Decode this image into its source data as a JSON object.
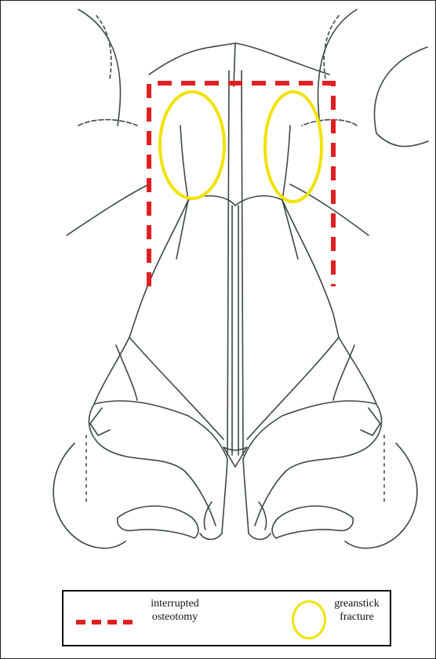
{
  "legend": {
    "osteotomy_line1": "interrupted",
    "osteotomy_line2": "osteotomy",
    "greenstick_line1": "greanstick",
    "greenstick_line2": "fracture"
  },
  "colors": {
    "osteotomy": "#e02020",
    "greenstick": "#f2e200",
    "sketch": "#3a4a40"
  }
}
